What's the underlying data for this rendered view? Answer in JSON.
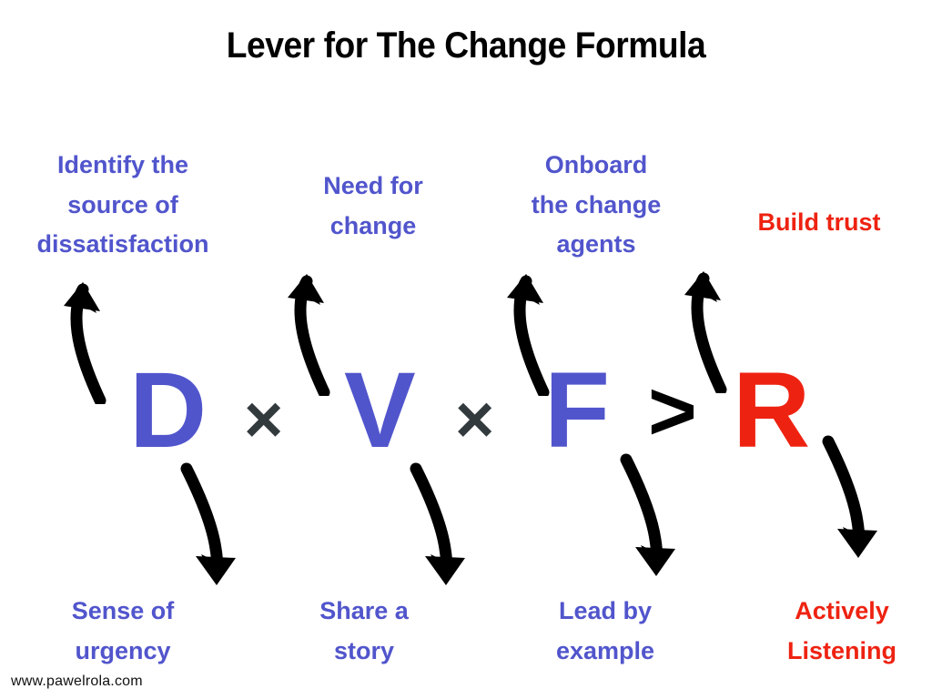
{
  "page": {
    "title": "Lever for The Change Formula",
    "background_color": "#ffffff",
    "watermark": "www.pawelrola.com"
  },
  "colors": {
    "blue": "#5155cc",
    "red": "#ee2211",
    "dark_gray": "#333a3e",
    "black": "#000000"
  },
  "formula": {
    "expression": "D × V × F > R",
    "terms": [
      {
        "text": "D",
        "kind": "variable",
        "color": "#5155cc"
      },
      {
        "text": "×",
        "kind": "operator",
        "color": "#333a3e"
      },
      {
        "text": "V",
        "kind": "variable",
        "color": "#5155cc"
      },
      {
        "text": "×",
        "kind": "operator",
        "color": "#333a3e"
      },
      {
        "text": "F",
        "kind": "variable",
        "color": "#5155cc"
      },
      {
        "text": ">",
        "kind": "operator",
        "color": "#000000"
      },
      {
        "text": "R",
        "kind": "variable",
        "color": "#ee2211"
      }
    ]
  },
  "labels": {
    "top": [
      {
        "text": "Identify the\nsource of\ndissatisfaction",
        "color": "#5155cc",
        "target": "D"
      },
      {
        "text": "Need for\nchange",
        "color": "#5155cc",
        "target": "V"
      },
      {
        "text": "Onboard\nthe change\nagents",
        "color": "#5155cc",
        "target": "F"
      },
      {
        "text": "Build trust",
        "color": "#ee2211",
        "target": "R"
      }
    ],
    "bottom": [
      {
        "text": "Sense of\nurgency",
        "color": "#5155cc",
        "target": "D"
      },
      {
        "text": "Share a\nstory",
        "color": "#5155cc",
        "target": "V"
      },
      {
        "text": "Lead by\nexample",
        "color": "#5155cc",
        "target": "F"
      },
      {
        "text": "Actively\nListening",
        "color": "#ee2211",
        "target": "R"
      }
    ]
  },
  "arrows": {
    "count": 8,
    "style": "hand-drawn curved",
    "color": "#000000",
    "up_targets": [
      "D",
      "V",
      "F",
      "R"
    ],
    "down_targets": [
      "D",
      "V",
      "F",
      "R"
    ]
  }
}
